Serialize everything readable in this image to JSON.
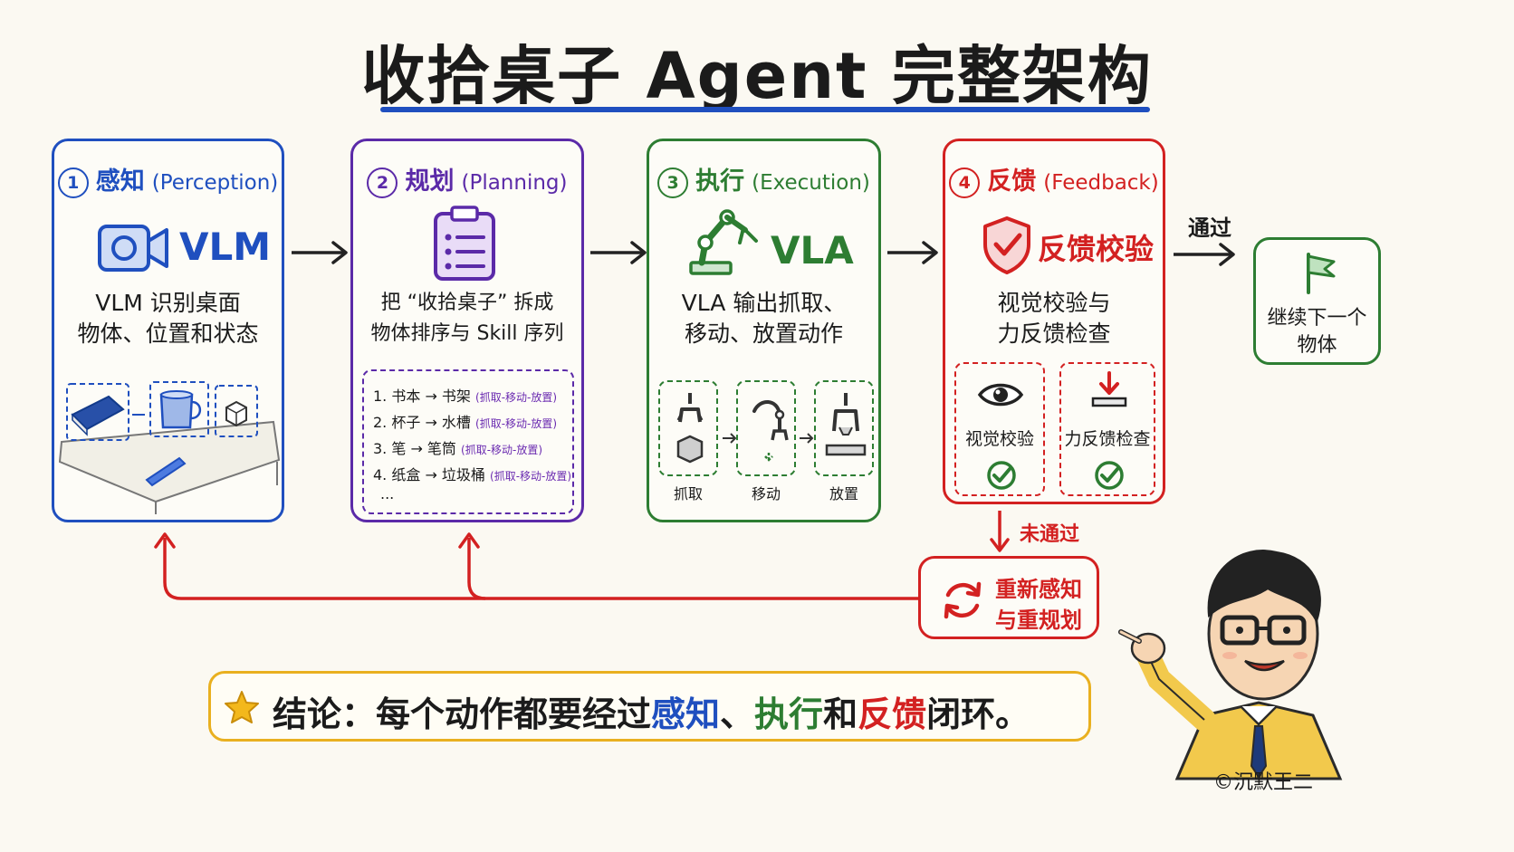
{
  "title": "收拾桌子 Agent 完整架构",
  "colors": {
    "blue": "#1f4fbf",
    "purple": "#5b2aa8",
    "green": "#2d7d32",
    "red": "#d32121",
    "yellow": "#e9b020"
  },
  "perception": {
    "num": "1",
    "title": "感知",
    "en": "(Perception)",
    "label": "VLM",
    "desc_1": "VLM 识别桌面",
    "desc_2": "物体、位置和状态"
  },
  "planning": {
    "num": "2",
    "title": "规划",
    "en": "(Planning)",
    "desc_1": "把 “收拾桌子” 拆成",
    "desc_2": "物体排序与 Skill 序列",
    "steps": [
      {
        "text": "1. 书本 → 书架",
        "sub": "(抓取-移动-放置)"
      },
      {
        "text": "2. 杯子 → 水槽",
        "sub": "(抓取-移动-放置)"
      },
      {
        "text": "3. 笔 → 笔筒",
        "sub": "(抓取-移动-放置)"
      },
      {
        "text": "4. 纸盒 → 垃圾桶",
        "sub": "(抓取-移动-放置)"
      }
    ],
    "ellipsis": "..."
  },
  "execution": {
    "num": "3",
    "title": "执行",
    "en": "(Execution)",
    "label": "VLA",
    "desc_1": "VLA 输出抓取、",
    "desc_2": "移动、放置动作",
    "actions": [
      "抓取",
      "移动",
      "放置"
    ]
  },
  "feedback": {
    "num": "4",
    "title": "反馈",
    "en": "(Feedback)",
    "label": "反馈校验",
    "desc_1": "视觉校验与",
    "desc_2": "力反馈检查",
    "checks": [
      "视觉校验",
      "力反馈检查"
    ]
  },
  "pass_label": "通过",
  "fail_label": "未通过",
  "next": {
    "line_1": "继续下一个",
    "line_2": "物体"
  },
  "replan": {
    "line_1": "重新感知",
    "line_2": "与重规划"
  },
  "conclusion": {
    "prefix": "结论：每个动作都要经过",
    "perception": "感知",
    "sep": "、",
    "execution": "执行",
    "and": "和",
    "feedback": "反馈",
    "suffix": "闭环。"
  },
  "credit": "©沉默王二",
  "icons": [
    "camera-icon",
    "clipboard-icon",
    "robot-arm-icon",
    "shield-check-icon",
    "flag-icon",
    "eye-icon",
    "force-down-icon",
    "check-circle-icon",
    "refresh-icon",
    "star-icon",
    "gripper-icon"
  ]
}
